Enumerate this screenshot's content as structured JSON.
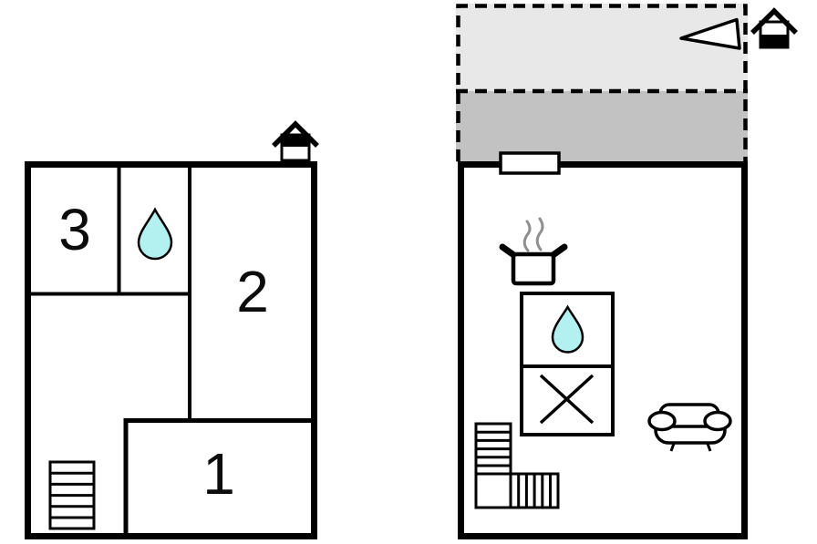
{
  "colors": {
    "background": "#ffffff",
    "wall": "#000000",
    "water": "#b3f1f1",
    "terrace_light": "#e8e8e8",
    "terrace_dark": "#c2c2c2",
    "steam": "#8f8f8f"
  },
  "upper_floor": {
    "rooms": [
      {
        "label": "3"
      },
      {
        "label": "2"
      },
      {
        "label": "1"
      }
    ],
    "symbols": [
      "water-drop",
      "staircase",
      "house-level-indicator-upper"
    ]
  },
  "ground_floor": {
    "symbols": [
      "terrace",
      "north-arrow",
      "entrance-opening",
      "cooking-pot",
      "water-drop",
      "shower",
      "sofa",
      "staircase",
      "house-level-indicator-ground"
    ]
  }
}
